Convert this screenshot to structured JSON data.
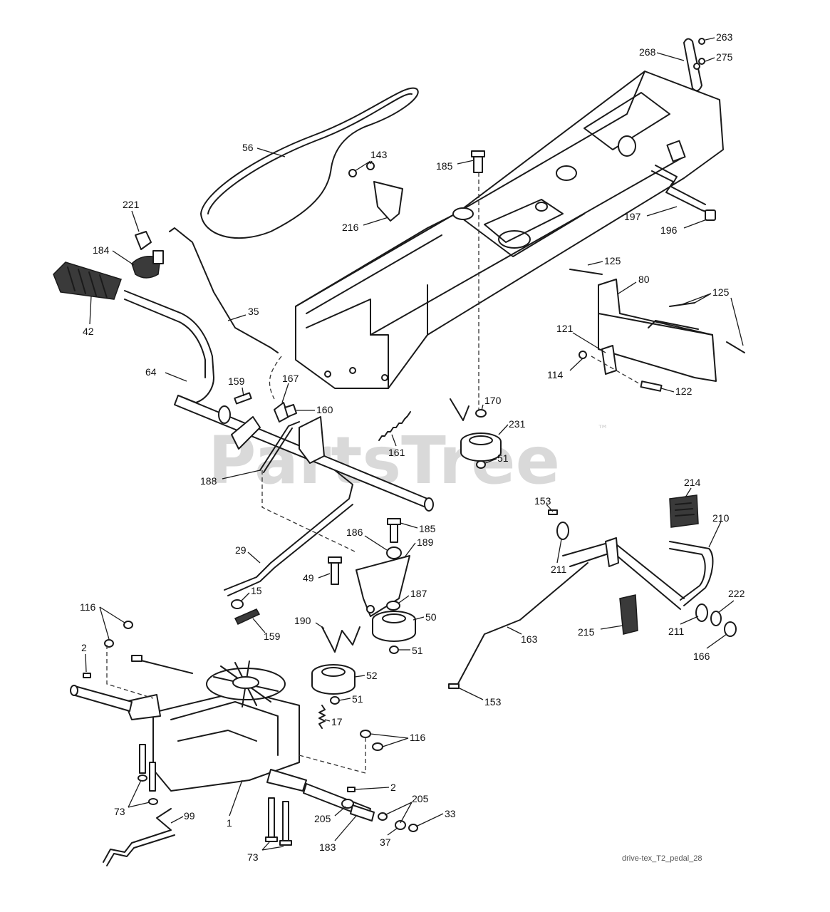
{
  "watermark": {
    "text": "PartsTree",
    "trademark": "™"
  },
  "reference_code": "drive-tex_T2_pedal_28",
  "callouts": [
    {
      "id": "c263",
      "label": "263"
    },
    {
      "id": "c268",
      "label": "268"
    },
    {
      "id": "c275",
      "label": "275"
    },
    {
      "id": "c56",
      "label": "56"
    },
    {
      "id": "c143",
      "label": "143"
    },
    {
      "id": "c185a",
      "label": "185"
    },
    {
      "id": "c197",
      "label": "197"
    },
    {
      "id": "c196",
      "label": "196"
    },
    {
      "id": "c221",
      "label": "221"
    },
    {
      "id": "c216",
      "label": "216"
    },
    {
      "id": "c184",
      "label": "184"
    },
    {
      "id": "c125a",
      "label": "125"
    },
    {
      "id": "c80",
      "label": "80"
    },
    {
      "id": "c125b",
      "label": "125"
    },
    {
      "id": "c42",
      "label": "42"
    },
    {
      "id": "c35",
      "label": "35"
    },
    {
      "id": "c121",
      "label": "121"
    },
    {
      "id": "c114",
      "label": "114"
    },
    {
      "id": "c64",
      "label": "64"
    },
    {
      "id": "c159a",
      "label": "159"
    },
    {
      "id": "c167",
      "label": "167"
    },
    {
      "id": "c122",
      "label": "122"
    },
    {
      "id": "c160",
      "label": "160"
    },
    {
      "id": "c170",
      "label": "170"
    },
    {
      "id": "c231",
      "label": "231"
    },
    {
      "id": "c161",
      "label": "161"
    },
    {
      "id": "c51a",
      "label": "51"
    },
    {
      "id": "c188",
      "label": "188"
    },
    {
      "id": "c214",
      "label": "214"
    },
    {
      "id": "c153a",
      "label": "153"
    },
    {
      "id": "c210",
      "label": "210"
    },
    {
      "id": "c185b",
      "label": "185"
    },
    {
      "id": "c186",
      "label": "186"
    },
    {
      "id": "c29",
      "label": "29"
    },
    {
      "id": "c189",
      "label": "189"
    },
    {
      "id": "c49",
      "label": "49"
    },
    {
      "id": "c211a",
      "label": "211"
    },
    {
      "id": "c15",
      "label": "15"
    },
    {
      "id": "c187",
      "label": "187"
    },
    {
      "id": "c222",
      "label": "222"
    },
    {
      "id": "c116a",
      "label": "116"
    },
    {
      "id": "c50",
      "label": "50"
    },
    {
      "id": "c159b",
      "label": "159"
    },
    {
      "id": "c190",
      "label": "190"
    },
    {
      "id": "c163",
      "label": "163"
    },
    {
      "id": "c215",
      "label": "215"
    },
    {
      "id": "c211b",
      "label": "211"
    },
    {
      "id": "c166",
      "label": "166"
    },
    {
      "id": "c2a",
      "label": "2"
    },
    {
      "id": "c51b",
      "label": "51"
    },
    {
      "id": "c52",
      "label": "52"
    },
    {
      "id": "c153b",
      "label": "153"
    },
    {
      "id": "c51c",
      "label": "51"
    },
    {
      "id": "c17",
      "label": "17"
    },
    {
      "id": "c116b",
      "label": "116"
    },
    {
      "id": "c2b",
      "label": "2"
    },
    {
      "id": "c205a",
      "label": "205"
    },
    {
      "id": "c73a",
      "label": "73"
    },
    {
      "id": "c99",
      "label": "99"
    },
    {
      "id": "c1",
      "label": "1"
    },
    {
      "id": "c205b",
      "label": "205"
    },
    {
      "id": "c33",
      "label": "33"
    },
    {
      "id": "c183",
      "label": "183"
    },
    {
      "id": "c37",
      "label": "37"
    },
    {
      "id": "c73b",
      "label": "73"
    }
  ]
}
